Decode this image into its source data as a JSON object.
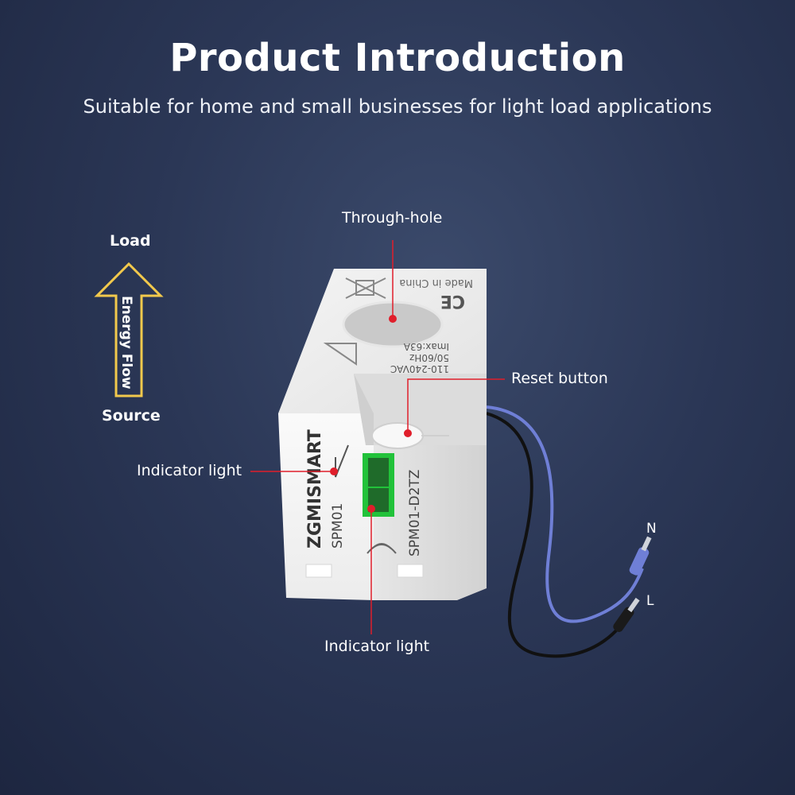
{
  "header": {
    "title": "Product Introduction",
    "subtitle": "Suitable for home and small businesses for light load applications"
  },
  "energy_flow": {
    "top_label": "Load",
    "arrow_label": "Energy Flow",
    "bottom_label": "Source",
    "arrow_color": "#f2c94c"
  },
  "callouts": {
    "through_hole": "Through-hole",
    "reset_button": "Reset button",
    "indicator_light_left": "Indicator light",
    "indicator_light_bottom": "Indicator light",
    "dot_color": "#e01e2b"
  },
  "device": {
    "brand": "ZGMISMART",
    "model_front": "SPM01",
    "model_side": "SPM01-D2TZ",
    "top_made_in": "Made in China",
    "top_mark": "CE",
    "spec_voltage": "110-240VAC",
    "spec_freq": "50/60Hz",
    "spec_current": "Imax:63A",
    "indicator_color": "#22c23a"
  },
  "wires": {
    "neutral_label": "N",
    "live_label": "L",
    "neutral_color": "#6f7fd6",
    "live_color": "#111111"
  }
}
